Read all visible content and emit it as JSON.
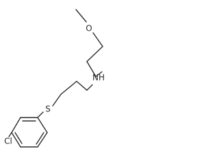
{
  "structure": {
    "atoms": {
      "oxygen": "O",
      "nitrogen": "NH",
      "sulfur": "S",
      "chlorine": "Cl"
    }
  }
}
